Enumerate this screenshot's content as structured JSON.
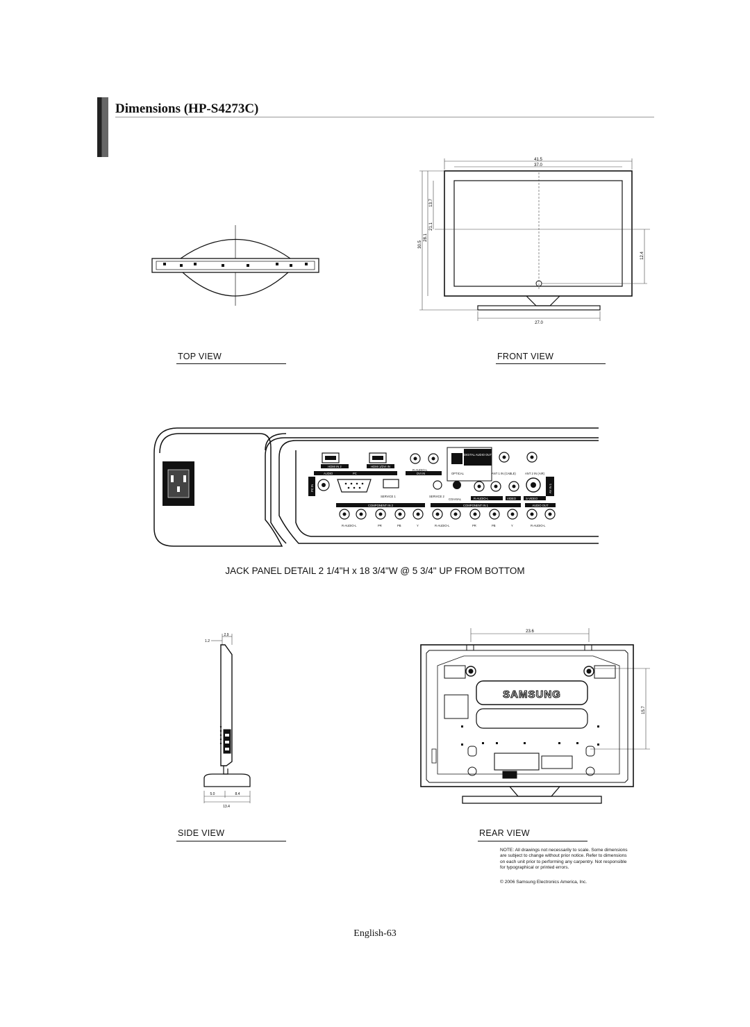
{
  "page": {
    "title": "Dimensions (HP-S4273C)",
    "footer": "English-63"
  },
  "views": {
    "top_view": "TOP VIEW",
    "front_view": "FRONT VIEW",
    "side_view": "SIDE VIEW",
    "rear_view": "REAR VIEW"
  },
  "front_dims": {
    "width_outer": "41.5",
    "width_screen": "37.0",
    "height_total": "30.5",
    "height_body": "28.1",
    "height_to_center": "21.1",
    "height_upper": "13.7",
    "height_right": "12.4",
    "stand_width": "27.0"
  },
  "side_dims": {
    "depth_top": "2.9",
    "depth_small": "1.2",
    "base_front": "5.0",
    "base_back": "8.4",
    "base_total": "13.4"
  },
  "rear_dims": {
    "mount_width": "23.6",
    "mount_height": "15.7",
    "brand": "SAMSUNG"
  },
  "jack_panel": {
    "caption": "JACK PANEL DETAIL 2 1/4\"H x 18 3/4\"W @ 5 3/4\" UP FROM BOTTOM",
    "hdmi2": "HDMI IN 2",
    "hdmi1": "HDMI 1/DVI IN",
    "audio": "AUDIO",
    "pc": "PC",
    "pc_in": "PC IN",
    "dvi_in": "DVI IN",
    "dvi_audio": "R-AUDIO-L",
    "digital_audio_out": "DIGITAL AUDIO OUT",
    "optical": "OPTICAL",
    "ant1": "ANT 1 IN (CABLE)",
    "ant2": "ANT 2 IN (AIR)",
    "service1": "SERVICE 1",
    "service2": "SERVICE 2",
    "coaxial": "COAXIAL",
    "av_audio": "R-AUDIO-L",
    "video": "VIDEO",
    "svideo": "S-VIDEO",
    "av_in": "AV IN 1",
    "component2": "COMPONENT IN 2",
    "component1": "COMPONENT IN 1",
    "audio_out": "AUDIO OUT",
    "comp_audio": "R-AUDIO-L",
    "pr": "PR",
    "pb": "PB",
    "y": "Y"
  },
  "note": {
    "text": "NOTE:  All drawings not necessarily to scale.  Some dimensions are subject to change without prior notice. Refer to dimensions on each unit prior to performing any carpentry.  Not responsible for typographical or printed errors.",
    "copyright": "© 2006 Samsung Electronics America, Inc."
  }
}
